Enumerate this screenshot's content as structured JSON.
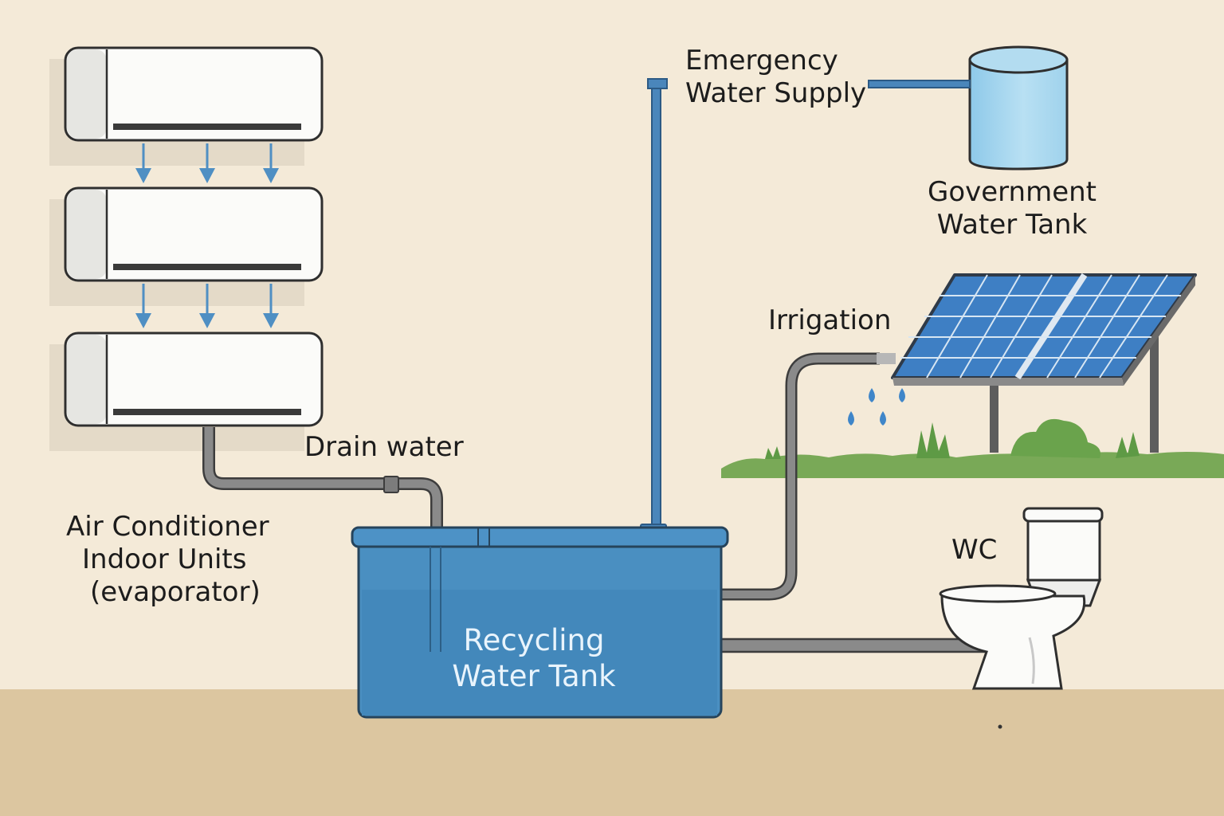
{
  "diagram": {
    "labels": {
      "ac_units": [
        "Air Conditioner",
        "Indoor Units",
        "(evaporator)"
      ],
      "drain_water": "Drain water",
      "emergency_supply": [
        "Emergency",
        "Water Supply"
      ],
      "government_tank": [
        "Government",
        "Water Tank"
      ],
      "irrigation": "Irrigation",
      "wc": "WC",
      "recycling_tank": [
        "Recycling",
        "Water Tank"
      ]
    },
    "components": {
      "ac_unit_count": 3,
      "drip_arrows_between_units": 3
    },
    "colors": {
      "background_wall": "#f4ead8",
      "floor": "#dcc6a0",
      "tank_blue": "#4a8fc1",
      "pipe_gray": "#888888",
      "pipe_blue": "#4a86bb",
      "grass_green": "#79a957",
      "solar_panel_blue": "#3e7fc4"
    }
  }
}
